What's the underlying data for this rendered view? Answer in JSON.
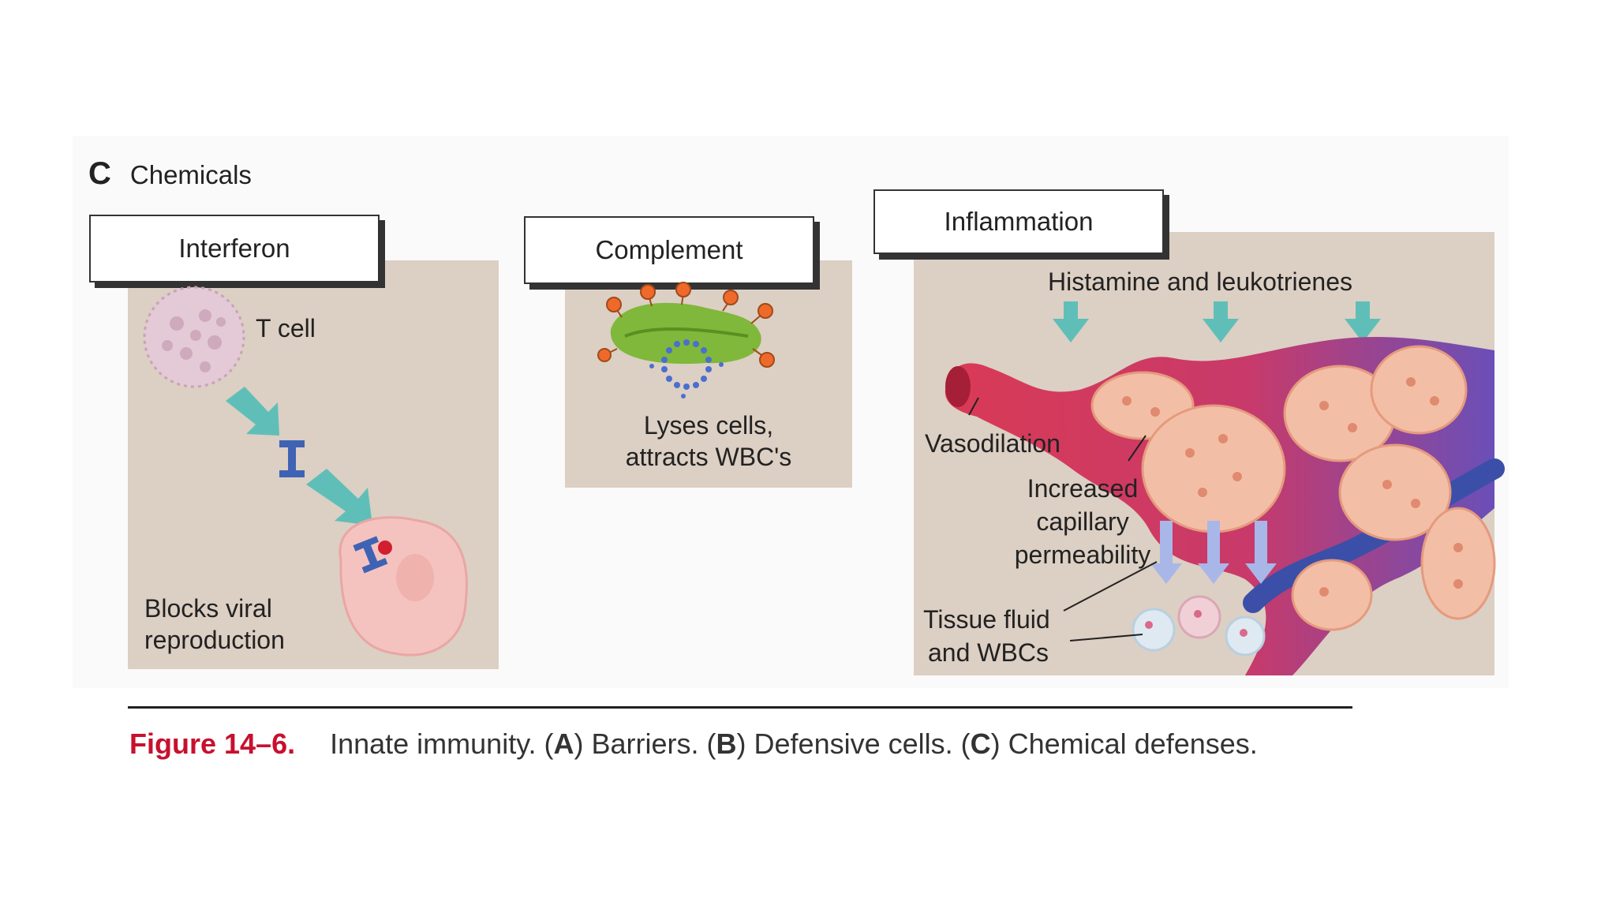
{
  "section": {
    "letter": "C",
    "title": "Chemicals"
  },
  "panels": {
    "interferon": {
      "title": "Interferon",
      "t_cell": "T cell",
      "interferon_symbol": "I",
      "caption_line1": "Blocks viral",
      "caption_line2": "reproduction"
    },
    "complement": {
      "title": "Complement",
      "caption_line1": "Lyses cells,",
      "caption_line2": "attracts WBC's"
    },
    "inflammation": {
      "title": "Inflammation",
      "histamine": "Histamine and leukotrienes",
      "vasodilation": "Vasodilation",
      "permeability_line1": "Increased",
      "permeability_line2": "capillary",
      "permeability_line3": "permeability",
      "tissue_line1": "Tissue fluid",
      "tissue_line2": "and WBCs"
    }
  },
  "caption": {
    "figure": "Figure 14–6.",
    "lead": "Innate immunity. (",
    "a": "A",
    "a_text": ") Barriers. (",
    "b": "B",
    "b_text": ") Defensive cells. (",
    "c": "C",
    "c_text": ") Chemical defenses."
  },
  "colors": {
    "panel": "#dccfc3",
    "arrow": "#5fbfb8",
    "vessel_red": "#d93a55",
    "vessel_blue": "#4a5fb8",
    "figure_red": "#c8102e"
  }
}
